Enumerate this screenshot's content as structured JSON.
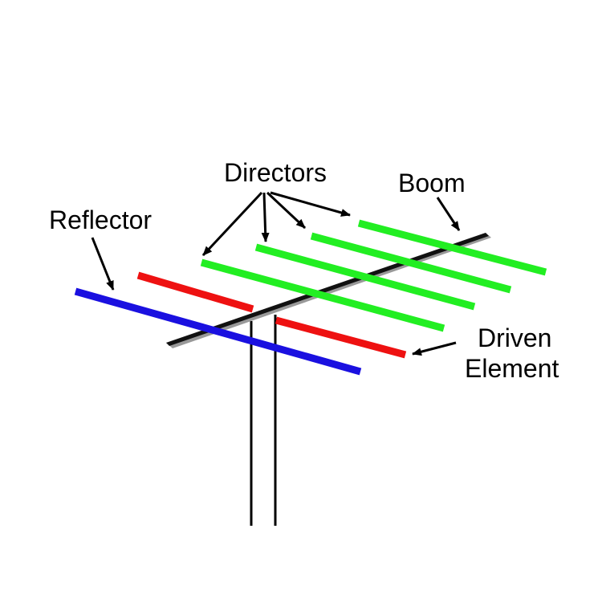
{
  "labels": {
    "reflector": "Reflector",
    "directors": "Directors",
    "boom": "Boom",
    "driven_line1": "Driven",
    "driven_line2": "Element"
  },
  "colors": {
    "director": "#22ee22",
    "driven_element": "#ee1111",
    "reflector": "#1a10e0",
    "boom": "#111111",
    "boom_shadow": "#888888",
    "arrow": "#000000",
    "mast": "#000000"
  },
  "icons": {
    "arrow": "arrow-icon"
  }
}
